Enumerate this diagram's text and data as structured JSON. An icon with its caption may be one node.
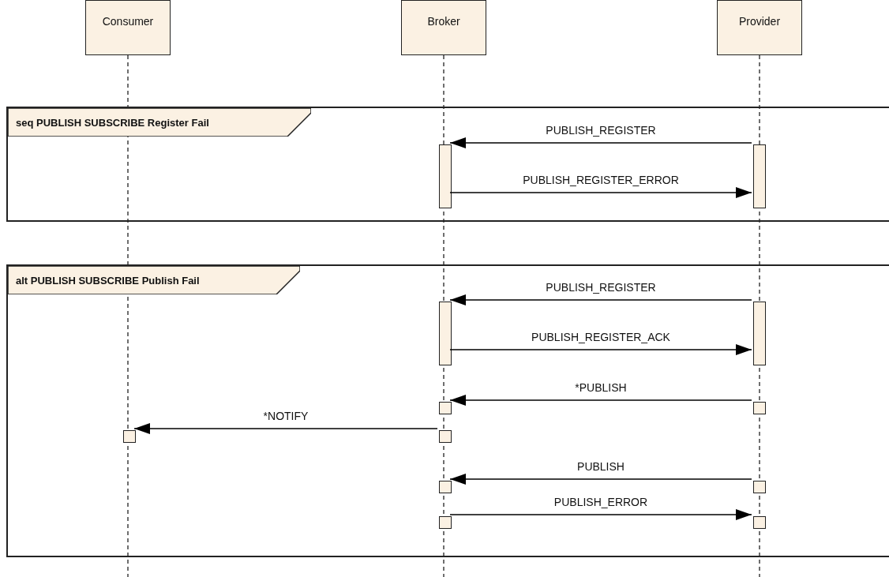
{
  "diagram": {
    "nodes": [
      {
        "text": [
          "Consumer"
        ]
      },
      {
        "text": [
          "Broker"
        ]
      },
      {
        "text": [
          "Provider"
        ]
      },
      {
        "text": [
          "seq PUBLISH SUBSCRIBE Register Fail"
        ]
      },
      {
        "text": [],
        "shape": "bar",
        "in": 3
      },
      {
        "text": [],
        "shape": "bar",
        "in": 3
      },
      {
        "text": [
          "alt PUBLISH SUBSCRIBE Publish Fail"
        ]
      },
      {
        "text": [],
        "shape": "bar",
        "in": 6
      },
      {
        "text": [],
        "shape": "bar",
        "in": 6
      },
      {
        "text": [],
        "shape": "box",
        "in": 6
      },
      {
        "text": [],
        "shape": "box",
        "in": 6
      },
      {
        "text": [],
        "shape": "box",
        "in": 6
      },
      {
        "text": [],
        "shape": "box",
        "in": 6
      },
      {
        "text": [],
        "shape": "box",
        "in": 6
      },
      {
        "text": [],
        "shape": "box",
        "in": 6
      },
      {
        "text": [],
        "shape": "box",
        "in": 6
      },
      {
        "text": [],
        "shape": "box",
        "in": 6
      }
    ],
    "edges": [
      {
        "from": 5,
        "to": 4,
        "arrow": "to",
        "label": "PUBLISH_REGISTER"
      },
      {
        "from": 4,
        "to": 5,
        "arrow": "to",
        "label": "PUBLISH_REGISTER_ERROR"
      },
      {
        "from": 8,
        "to": 7,
        "arrow": "to",
        "label": "PUBLISH_REGISTER"
      },
      {
        "from": 7,
        "to": 8,
        "arrow": "to",
        "label": "PUBLISH_REGISTER_ACK"
      },
      {
        "from": 10,
        "to": 9,
        "arrow": "to",
        "label": "*PUBLISH"
      },
      {
        "from": 12,
        "to": 11,
        "arrow": "to",
        "label": "*NOTIFY"
      },
      {
        "from": 14,
        "to": 13,
        "arrow": "to",
        "label": "PUBLISH"
      },
      {
        "from": 15,
        "to": 16,
        "arrow": "to",
        "label": "PUBLISH_ERROR"
      }
    ]
  }
}
